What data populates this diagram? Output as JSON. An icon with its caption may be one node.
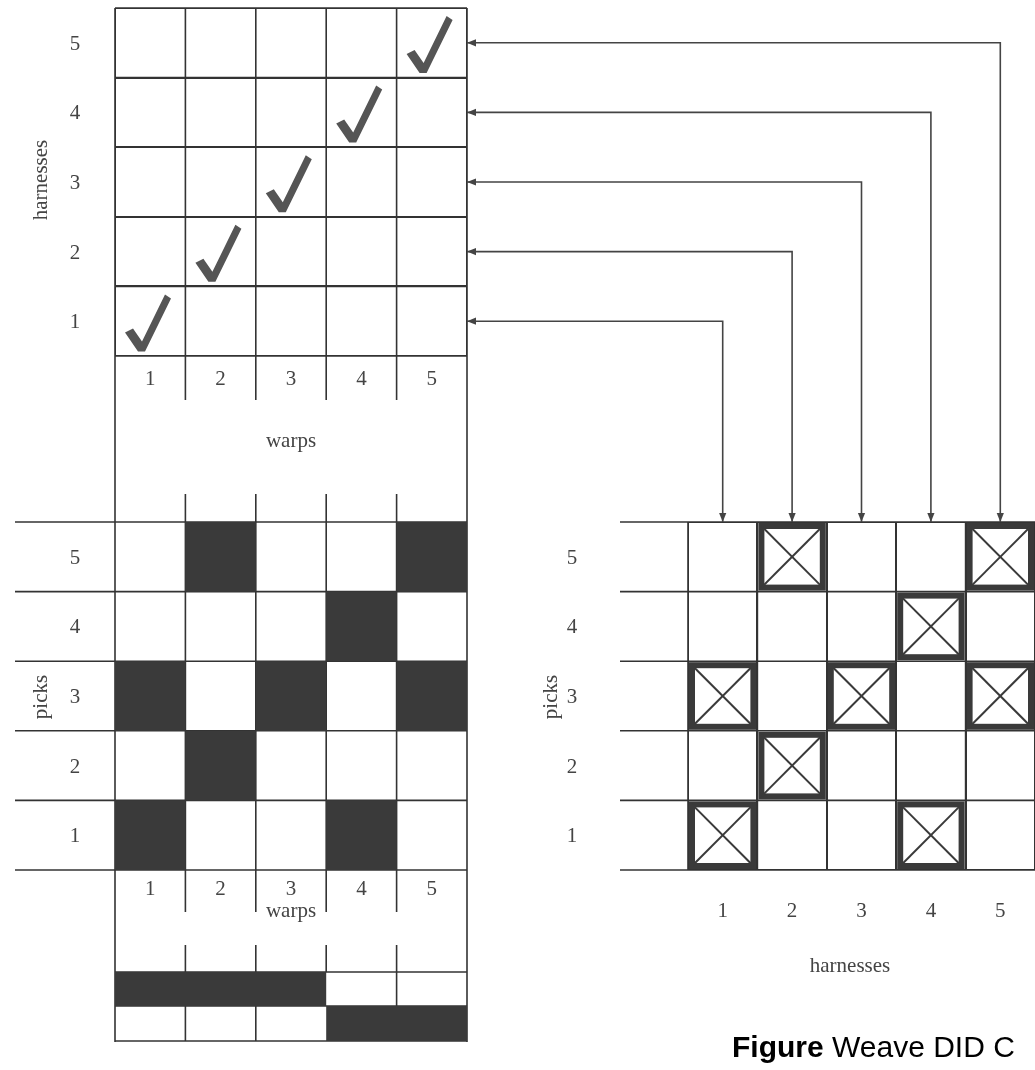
{
  "diagram": {
    "caption": "**Figure** Weave DID C",
    "nodes": [
      {
        "text": [],
        "shape": "box",
        "beside": [
          "5"
        ]
      },
      {
        "text": [],
        "shape": "box",
        "beside": [
          "4"
        ]
      },
      {
        "text": [],
        "shape": "box",
        "beside": [
          "3"
        ]
      },
      {
        "text": [],
        "shape": "box",
        "beside": [
          "2"
        ]
      },
      {
        "text": [],
        "shape": "box",
        "beside": [
          "1"
        ]
      },
      {
        "text": [],
        "shape": "box",
        "beside": [
          "1"
        ]
      },
      {
        "text": [],
        "shape": "box",
        "beside": [
          "2"
        ]
      },
      {
        "text": [],
        "shape": "box",
        "beside": [
          "3"
        ]
      },
      {
        "text": [],
        "shape": "box",
        "beside": [
          "4"
        ]
      },
      {
        "text": [],
        "shape": "box",
        "beside": [
          "5"
        ]
      }
    ],
    "edges": [
      {
        "from": 0,
        "to": 9,
        "arrow": "both"
      },
      {
        "from": 1,
        "to": 8,
        "arrow": "both"
      },
      {
        "from": 2,
        "to": 7,
        "arrow": "both"
      },
      {
        "from": 3,
        "to": 6,
        "arrow": "both"
      },
      {
        "from": 4,
        "to": 5,
        "arrow": "both"
      }
    ],
    "labels": [
      "harnesses",
      "1",
      "2",
      "3",
      "4",
      "5",
      "warps",
      "picks",
      "5",
      "4",
      "3",
      "2",
      "1",
      "1",
      "2",
      "3",
      "4",
      "5",
      "warps",
      "picks",
      "5",
      "4",
      "3",
      "2",
      "1",
      "harnesses"
    ]
  }
}
